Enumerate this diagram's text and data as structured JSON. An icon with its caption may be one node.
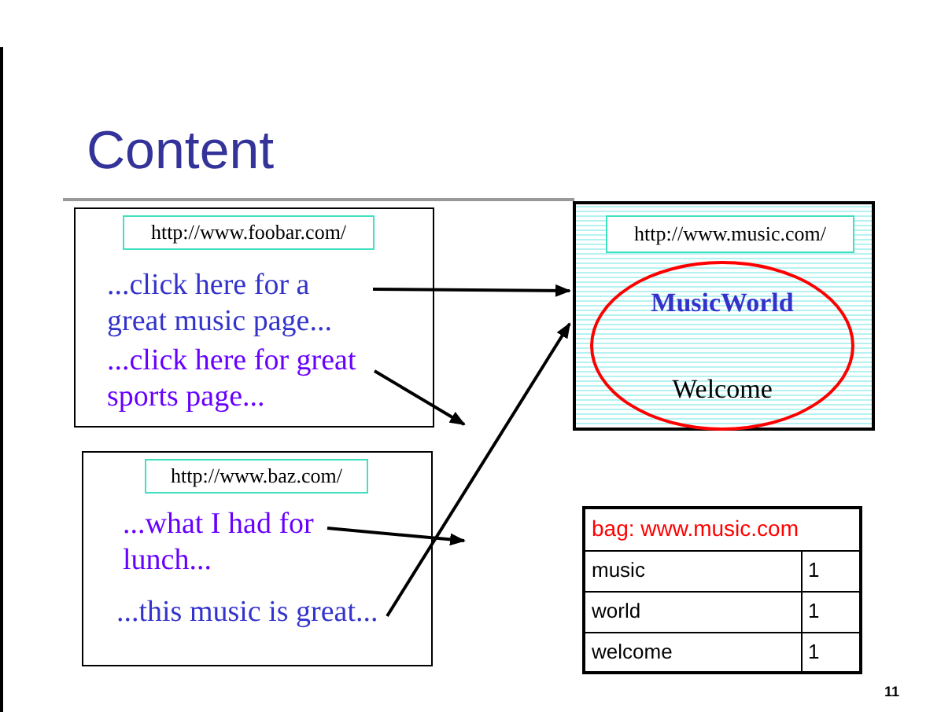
{
  "diagram": {
    "title": "Content",
    "nodes": [
      {
        "text": [],
        "shape": "box"
      },
      {
        "text": [
          "http://www.foobar.com/"
        ],
        "in": 0
      },
      {
        "text": [
          "...click here for a great music page..."
        ],
        "in": 0
      },
      {
        "text": [
          "...click here for great sports page..."
        ],
        "in": 0
      },
      {
        "text": [],
        "shape": "box"
      },
      {
        "text": [
          "http://www.baz.com/"
        ],
        "in": 4
      },
      {
        "text": [
          "...what I had for lunch..."
        ],
        "in": 4
      },
      {
        "text": [
          "...this music is great..."
        ],
        "in": 4
      },
      {
        "text": [],
        "shape": "box"
      },
      {
        "text": [
          "http://www.music.com/"
        ],
        "in": 8
      },
      {
        "text": [
          "MusicWorld",
          "Welcome"
        ],
        "in": 8
      }
    ],
    "edges": [
      {
        "from": 2,
        "to": 8,
        "arrow": "to"
      },
      {
        "from": 3,
        "to": null,
        "arrow": "to"
      },
      {
        "from": 6,
        "to": null,
        "arrow": "to"
      },
      {
        "from": 7,
        "to": 8,
        "arrow": "to"
      }
    ],
    "labels": [
      "bag: www.music.com",
      "music",
      "1",
      "world",
      "1",
      "welcome",
      "1",
      "11"
    ]
  }
}
